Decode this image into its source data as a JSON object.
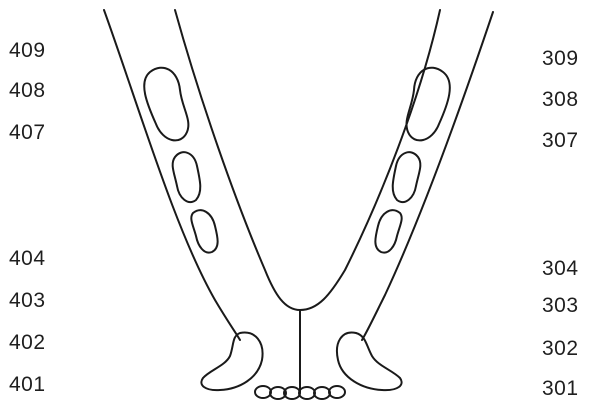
{
  "labels": {
    "left": [
      "409",
      "408",
      "407",
      "404",
      "403",
      "402",
      "401"
    ],
    "right": [
      "309",
      "308",
      "307",
      "304",
      "303",
      "302",
      "301"
    ]
  },
  "colors": {
    "ink": "#1a1a1a",
    "background": "#ffffff"
  }
}
